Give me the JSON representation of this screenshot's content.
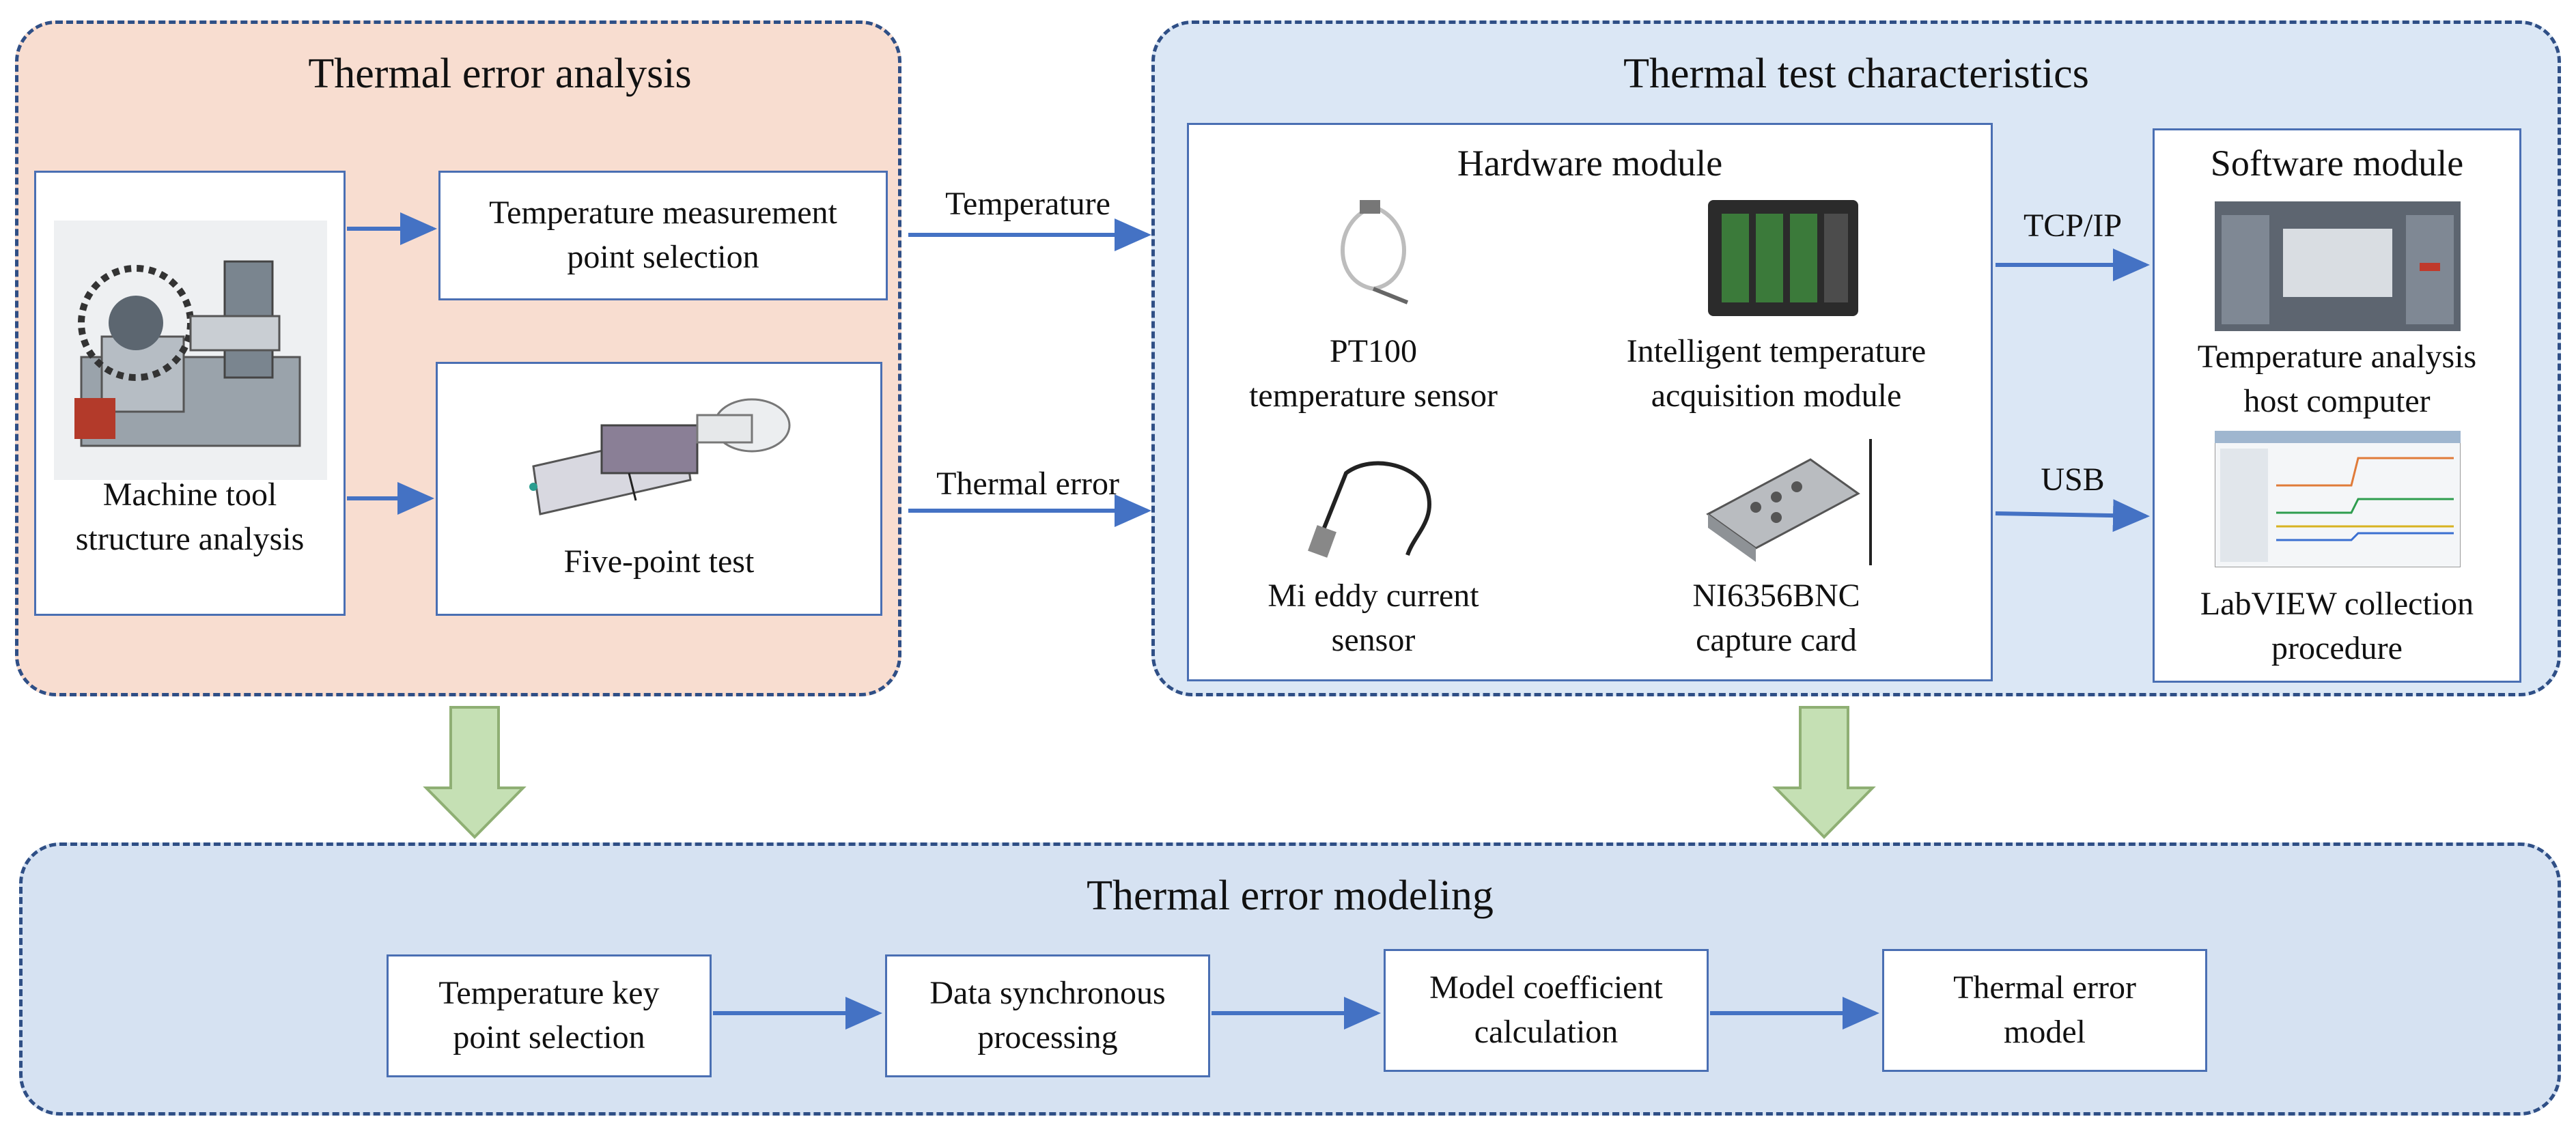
{
  "colors": {
    "analysis_fill": "#f8ddd0",
    "test_fill": "#dbe7f5",
    "modeling_fill": "#d6e2f2",
    "dashed_border": "#2f4f86",
    "arrow": "#4472c4",
    "down_arrow_fill": "#c5e0b4",
    "down_arrow_stroke": "#8faf74"
  },
  "analysis": {
    "title": "Thermal error analysis",
    "machine_label_line1": "Machine tool",
    "machine_label_line2": "structure analysis",
    "temp_point_line1": "Temperature measurement",
    "temp_point_line2": "point selection",
    "five_point": "Five-point test"
  },
  "links": {
    "temperature": "Temperature",
    "thermal_error": "Thermal error",
    "tcpip": "TCP/IP",
    "usb": "USB"
  },
  "test": {
    "title": "Thermal test characteristics",
    "hardware": {
      "title": "Hardware module",
      "pt100_line1": "PT100",
      "pt100_line2": "temperature sensor",
      "intelligent_line1": "Intelligent temperature",
      "intelligent_line2": "acquisition module",
      "eddy_line1": "Mi eddy current",
      "eddy_line2": "sensor",
      "ni_line1": "NI6356BNC",
      "ni_line2": "capture card"
    },
    "software": {
      "title": "Software module",
      "host_line1": "Temperature analysis",
      "host_line2": "host computer",
      "labview_line1": "LabVIEW collection",
      "labview_line2": "procedure"
    }
  },
  "modeling": {
    "title": "Thermal error modeling",
    "steps": [
      {
        "line1": "Temperature key",
        "line2": "point selection"
      },
      {
        "line1": "Data synchronous",
        "line2": "processing"
      },
      {
        "line1": "Model coefficient",
        "line2": "calculation"
      },
      {
        "line1": "Thermal error",
        "line2": "model"
      }
    ]
  }
}
